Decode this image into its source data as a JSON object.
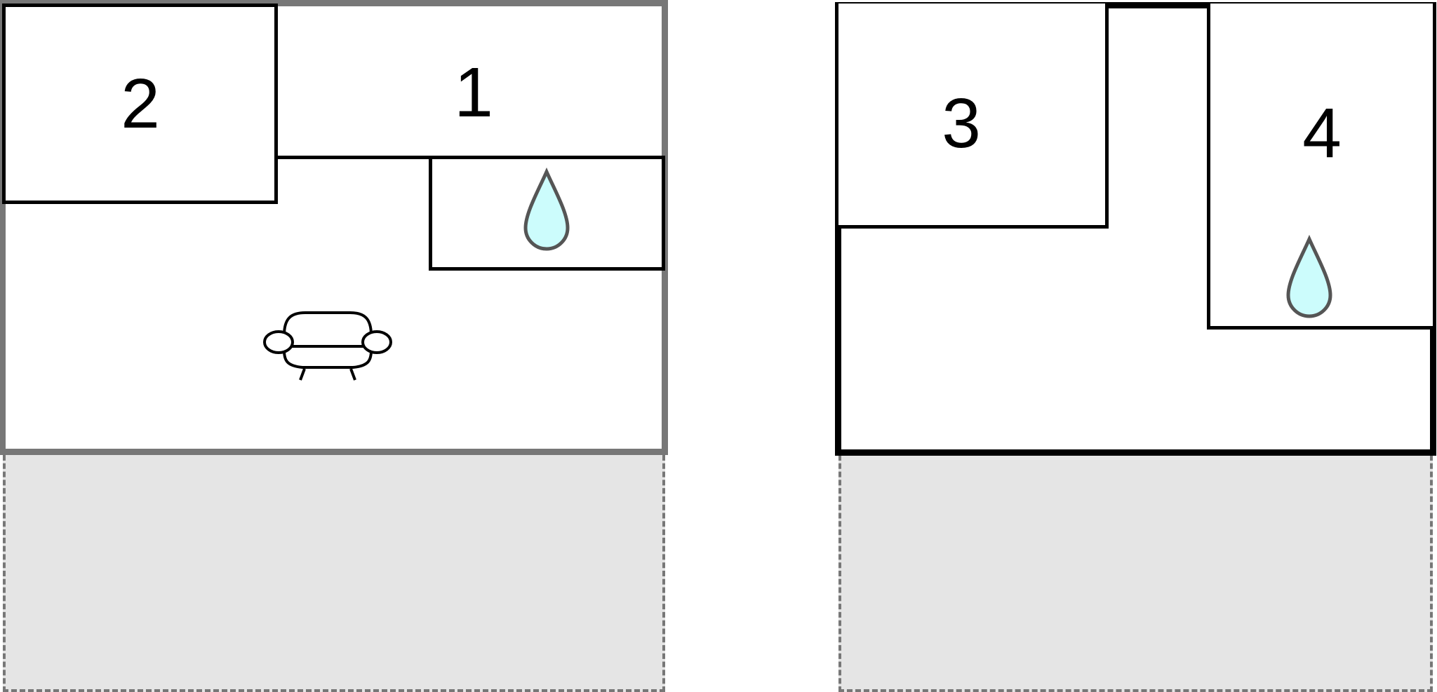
{
  "diagram": {
    "type": "floor-plan",
    "colors": {
      "wall": "#000000",
      "outer_wall_left": "#777777",
      "terrace_fill": "#e5e5e5",
      "terrace_dash": "#777777",
      "water_fill": "#ccfcfc",
      "water_stroke": "#555555"
    },
    "plans": [
      {
        "name": "left-unit",
        "rooms": [
          {
            "id": "room-2",
            "label": "2"
          },
          {
            "id": "room-1",
            "label": "1"
          },
          {
            "id": "bathroom-left",
            "icon": "water-drop-icon"
          },
          {
            "id": "living-area-left",
            "icon": "sofa-icon"
          }
        ],
        "terrace": {
          "style": "dashed"
        }
      },
      {
        "name": "right-unit",
        "rooms": [
          {
            "id": "room-3",
            "label": "3"
          },
          {
            "id": "room-4",
            "label": "4"
          },
          {
            "id": "bathroom-right",
            "icon": "water-drop-icon"
          },
          {
            "id": "living-area-right"
          }
        ],
        "terrace": {
          "style": "dashed"
        }
      }
    ]
  }
}
